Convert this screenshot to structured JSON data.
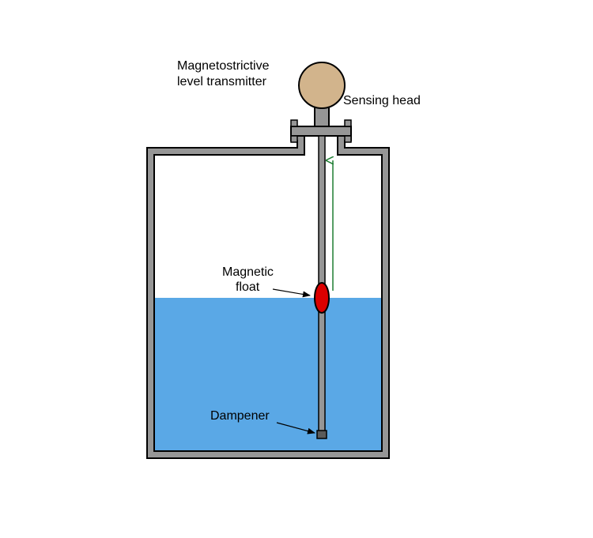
{
  "labels": {
    "transmitter_line1": "Magnetostrictive",
    "transmitter_line2": "level transmitter",
    "sensing_head": "Sensing head",
    "float_line1": "Magnetic",
    "float_line2": "float",
    "dampener": "Dampener"
  },
  "colors": {
    "tank_wall": "#969696",
    "outline": "#000000",
    "liquid": "#5aa8e6",
    "sensing_head": "#d2b48c",
    "float": "#dc0000",
    "signal_arrow": "#1e7d32"
  }
}
